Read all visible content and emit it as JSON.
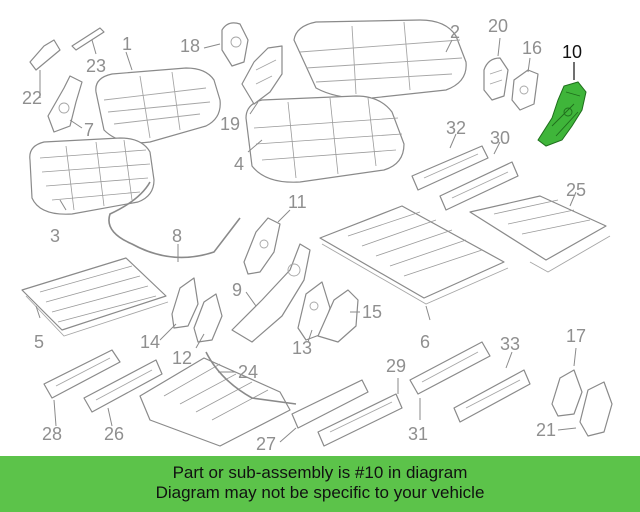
{
  "diagram": {
    "highlight_color": "#5cc34a",
    "highlighted_part": "10",
    "callouts": [
      "1",
      "2",
      "3",
      "4",
      "5",
      "6",
      "7",
      "8",
      "9",
      "10",
      "11",
      "12",
      "13",
      "14",
      "15",
      "16",
      "17",
      "18",
      "19",
      "20",
      "21",
      "22",
      "23",
      "24",
      "25",
      "26",
      "27",
      "28",
      "29",
      "30",
      "31",
      "32",
      "33"
    ]
  },
  "banner": {
    "line1": "Part or sub-assembly is #10 in diagram",
    "line2": "Diagram may not be specific to your vehicle"
  }
}
